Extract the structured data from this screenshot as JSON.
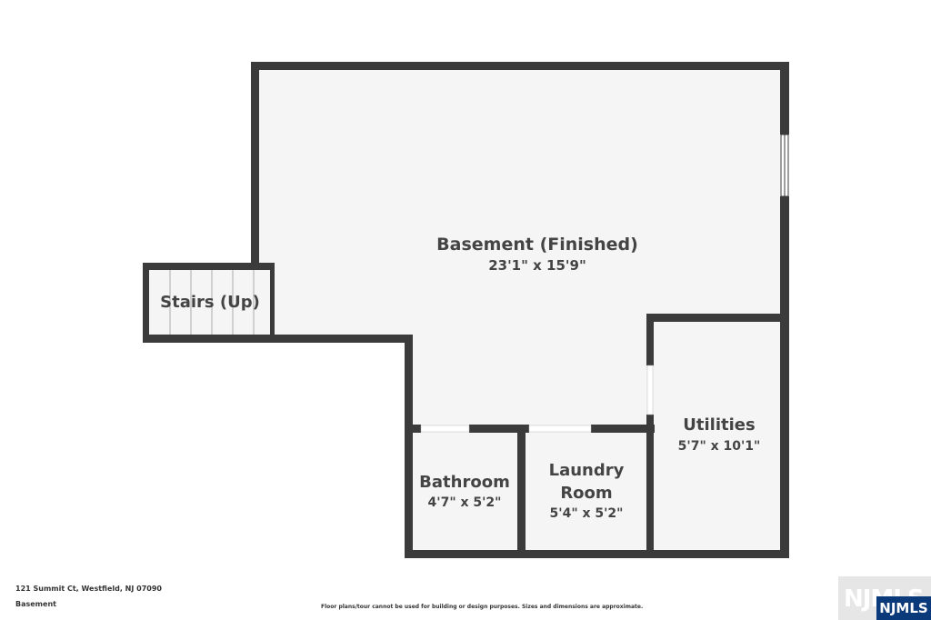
{
  "colors": {
    "wall": "#3b3b3b",
    "floor": "#f5f5f5",
    "text": "#444444",
    "badge": "#0a3a7a"
  },
  "rooms": {
    "basement": {
      "name": "Basement (Finished)",
      "dim": "23'1\" x 15'9\""
    },
    "stairs": {
      "name": "Stairs (Up)"
    },
    "bathroom": {
      "name": "Bathroom",
      "dim": "4'7\" x 5'2\""
    },
    "laundry": {
      "name_line1": "Laundry",
      "name_line2": "Room",
      "dim": "5'4\" x 5'2\""
    },
    "utilities": {
      "name": "Utilities",
      "dim": "5'7\" x 10'1\""
    }
  },
  "footer": {
    "address": "121 Summit Ct, Westfield, NJ 07090",
    "floor": "Basement",
    "disclaimer": "Floor plans/tour cannot be used for building or design purposes. Sizes and dimensions are approximate."
  },
  "logo": {
    "badge": "NJMLS",
    "watermark": "NJMLS",
    "icon": "njmls-logo"
  }
}
